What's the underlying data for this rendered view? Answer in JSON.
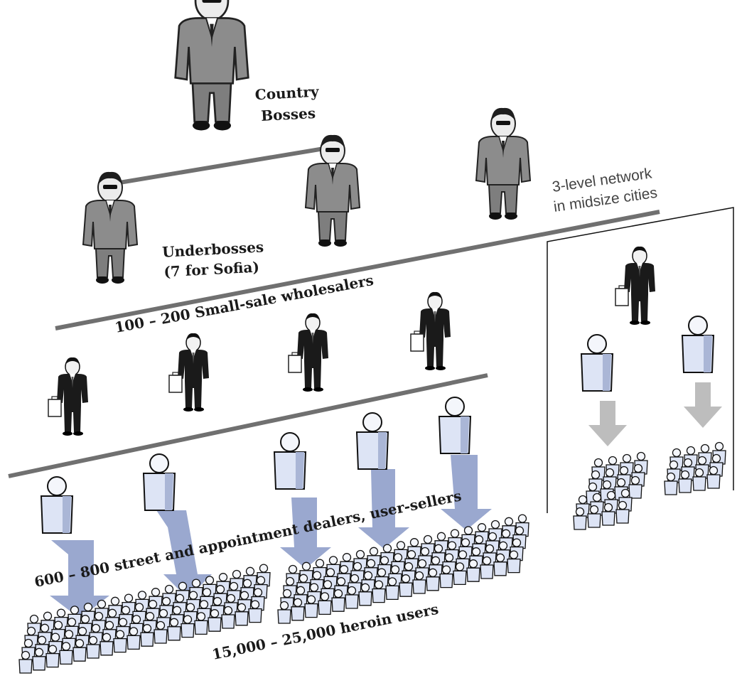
{
  "labels": {
    "country_bosses_line1": "Country",
    "country_bosses_line2": "Bosses",
    "underbosses_line1": "Underbosses",
    "underbosses_line2": "(7 for Sofia)",
    "wholesalers": "100 – 200 Small-sale wholesalers",
    "dealers": "600 – 800 street and appointment dealers, user-sellers",
    "users": "15,000 – 25,000 heroin users",
    "network_line1": "3-level network",
    "network_line2": "in midsize cities"
  },
  "colors": {
    "suit_grey": "#8c8c8c",
    "suit_black": "#1a1a1a",
    "user_blue": "#dde4f5",
    "arrow_blue": "#9aa8cf",
    "arrow_grey": "#bdbdbd",
    "divider": "#707070"
  },
  "icons": {
    "country_boss": "boss-figure-icon",
    "underboss": "underboss-figure-icon",
    "wholesaler": "wholesaler-figure-icon",
    "dealer": "dealer-figure-icon",
    "user": "user-figure-icon"
  }
}
